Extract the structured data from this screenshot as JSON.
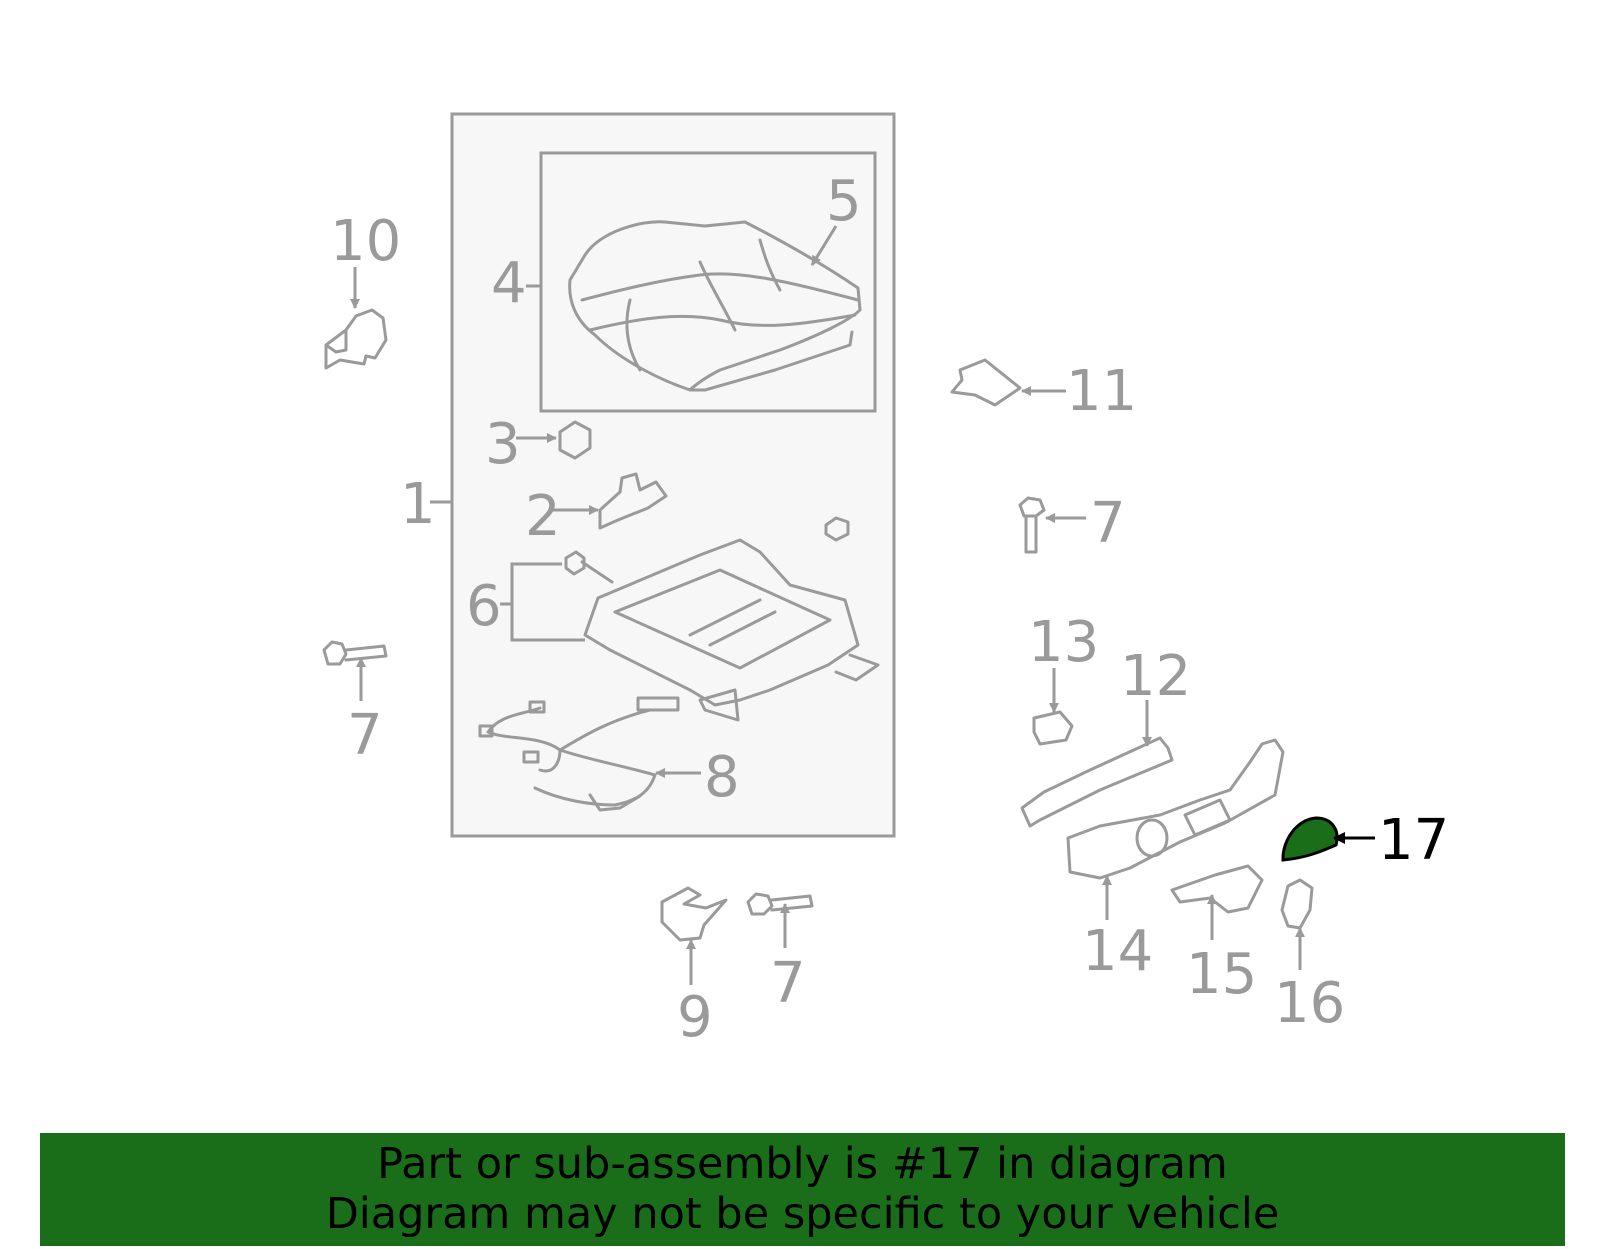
{
  "callouts": [
    {
      "id": "1",
      "label": "1"
    },
    {
      "id": "2",
      "label": "2"
    },
    {
      "id": "3",
      "label": "3"
    },
    {
      "id": "4",
      "label": "4"
    },
    {
      "id": "5",
      "label": "5"
    },
    {
      "id": "6",
      "label": "6"
    },
    {
      "id": "7a",
      "label": "7"
    },
    {
      "id": "7b",
      "label": "7"
    },
    {
      "id": "7c",
      "label": "7"
    },
    {
      "id": "8",
      "label": "8"
    },
    {
      "id": "9",
      "label": "9"
    },
    {
      "id": "10",
      "label": "10"
    },
    {
      "id": "11",
      "label": "11"
    },
    {
      "id": "12",
      "label": "12"
    },
    {
      "id": "13",
      "label": "13"
    },
    {
      "id": "14",
      "label": "14"
    },
    {
      "id": "15",
      "label": "15"
    },
    {
      "id": "16",
      "label": "16"
    },
    {
      "id": "17",
      "label": "17"
    }
  ],
  "highlighted_part": "17",
  "colors": {
    "highlight": "#1a6e1a",
    "parts": "#9a9a9a",
    "banner": "#1a6e1a"
  },
  "banner": {
    "line1": "Part or sub-assembly is #17 in diagram",
    "line2": "Diagram may not be specific to your vehicle"
  }
}
